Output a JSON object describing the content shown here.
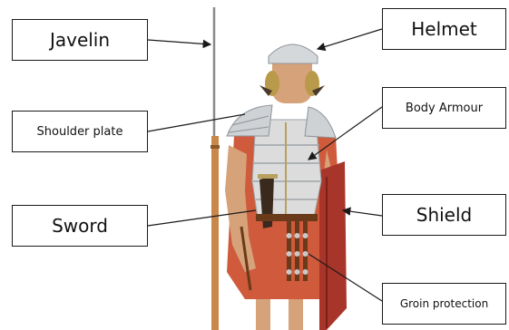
{
  "labels": {
    "javelin": "Javelin",
    "helmet": "Helmet",
    "shoulder_plate": "Shoulder plate",
    "body_armour": "Body Armour",
    "sword": "Sword",
    "shield": "Shield",
    "groin_protection": "Groin protection"
  },
  "colors": {
    "tunic": "#cf5a3c",
    "armour": "#dcdcdc",
    "armour_shade": "#9ea3a8",
    "skin": "#d6a27a",
    "leather": "#6a3a1a",
    "shield": "#a8352a",
    "javelin_shaft": "#c9874a",
    "line": "#1a1a1a"
  }
}
